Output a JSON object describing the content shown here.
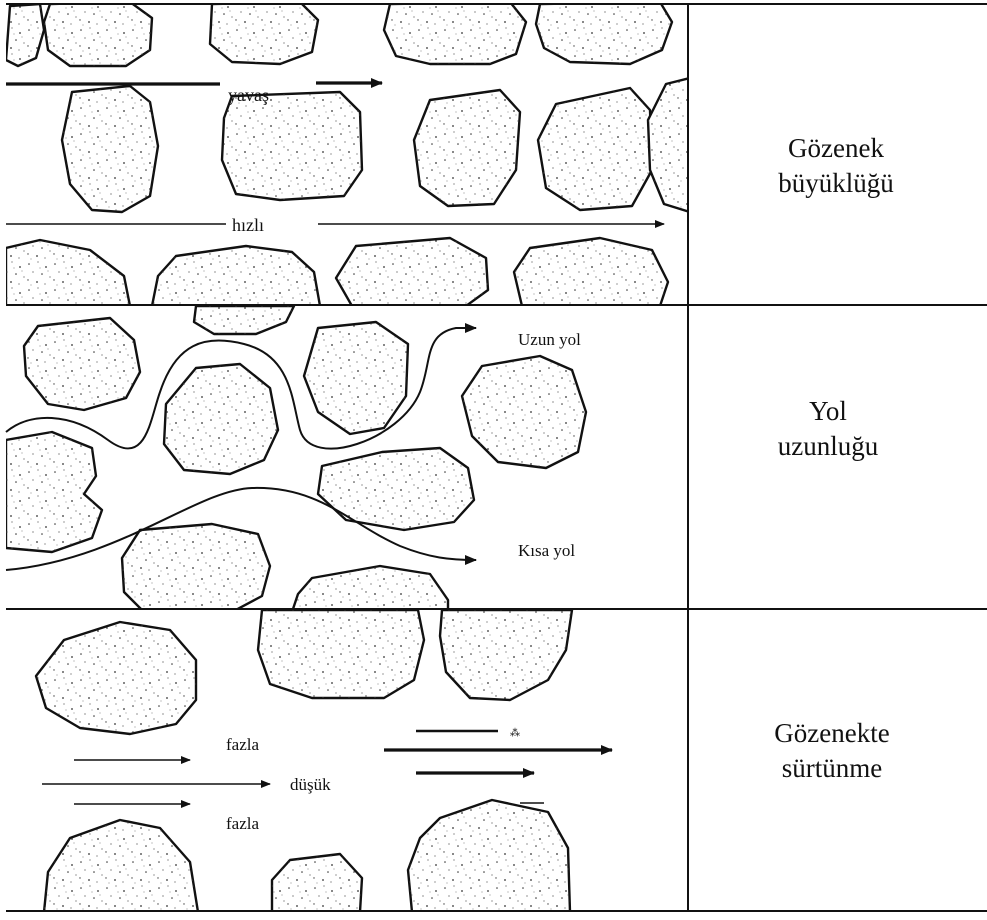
{
  "side_labels": {
    "pore_size": [
      "Gözenek",
      "büyüklüğü"
    ],
    "path_length": [
      "Yol",
      "uzunluğu"
    ],
    "pore_friction": [
      "Gözenekte",
      "sürtünme"
    ]
  },
  "labels": {
    "slow": "yavaş",
    "fast": "hızlı",
    "long_path": "Uzun yol",
    "short_path": "Kısa yol",
    "high_top": "fazla",
    "low": "düşük",
    "high_bottom": "fazla"
  },
  "colors": {
    "ink": "#111111",
    "background": "#ffffff"
  }
}
